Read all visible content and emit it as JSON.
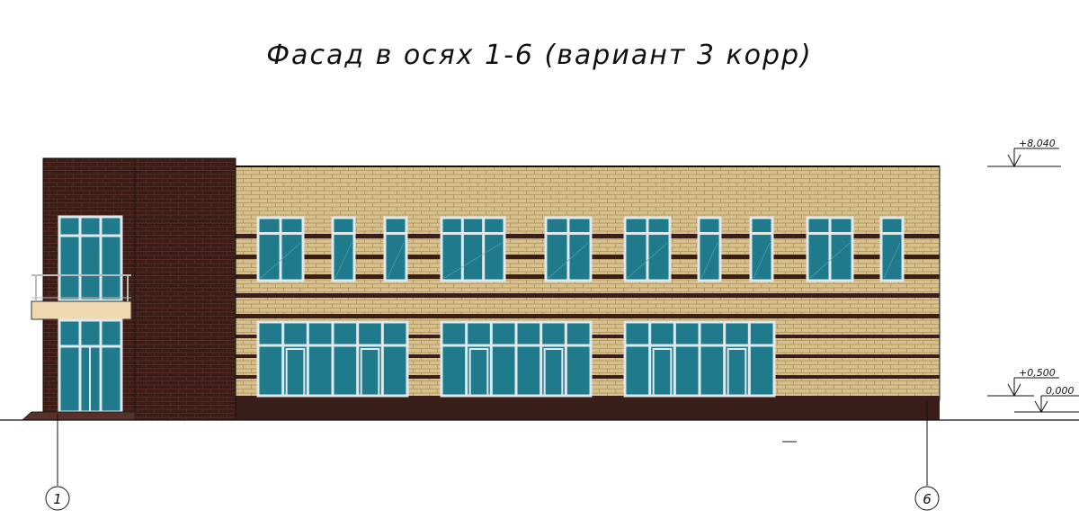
{
  "title": "Фасад в осях 1-6 (вариант 3 корр)",
  "levels": [
    {
      "label": "+8,040"
    },
    {
      "label": "+0,500"
    },
    {
      "label": "0,000"
    }
  ],
  "axes": [
    {
      "label": "1"
    },
    {
      "label": "6"
    }
  ],
  "colors": {
    "brick_light": "#d7c08c",
    "brick_dark": "#3b1d17",
    "brick_dark_mortar": "#5a3129",
    "glass": "#1f7a8c",
    "frame": "#dfe8ea",
    "band": "#3a1e19",
    "plinth": "#3a1e19",
    "balcony_slab": "#f0d9b0"
  }
}
